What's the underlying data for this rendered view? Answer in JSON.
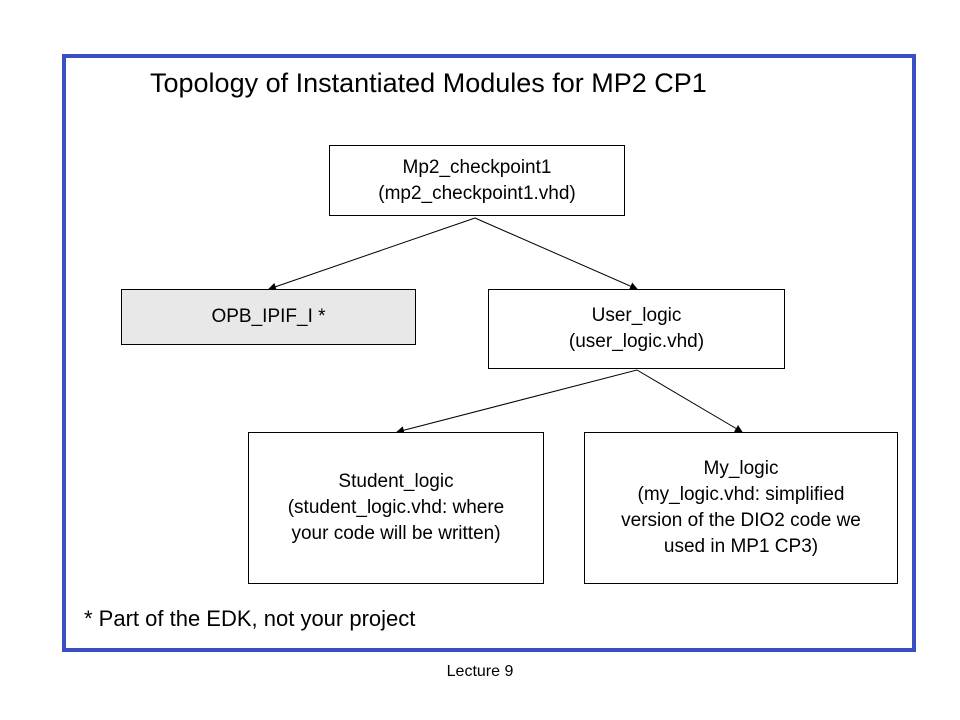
{
  "title": "Topology of Instantiated Modules for MP2 CP1",
  "nodes": {
    "mp2_checkpoint1": {
      "lines": [
        "Mp2_checkpoint1",
        "(mp2_checkpoint1.vhd)"
      ]
    },
    "opb_ipif": {
      "lines": [
        "OPB_IPIF_I *"
      ]
    },
    "user_logic": {
      "lines": [
        "User_logic",
        "(user_logic.vhd)"
      ]
    },
    "student_logic": {
      "lines": [
        "Student_logic",
        "(student_logic.vhd: where",
        "your code will be written)"
      ]
    },
    "my_logic": {
      "lines": [
        "My_logic",
        "(my_logic.vhd: simplified",
        "version of the DIO2 code we",
        "used in MP1 CP3)"
      ]
    }
  },
  "footnote": "* Part of the EDK, not your project",
  "footer": "Lecture 9",
  "colors": {
    "frame": "#3a4fc4",
    "shaded_node": "#e8e8e8"
  }
}
